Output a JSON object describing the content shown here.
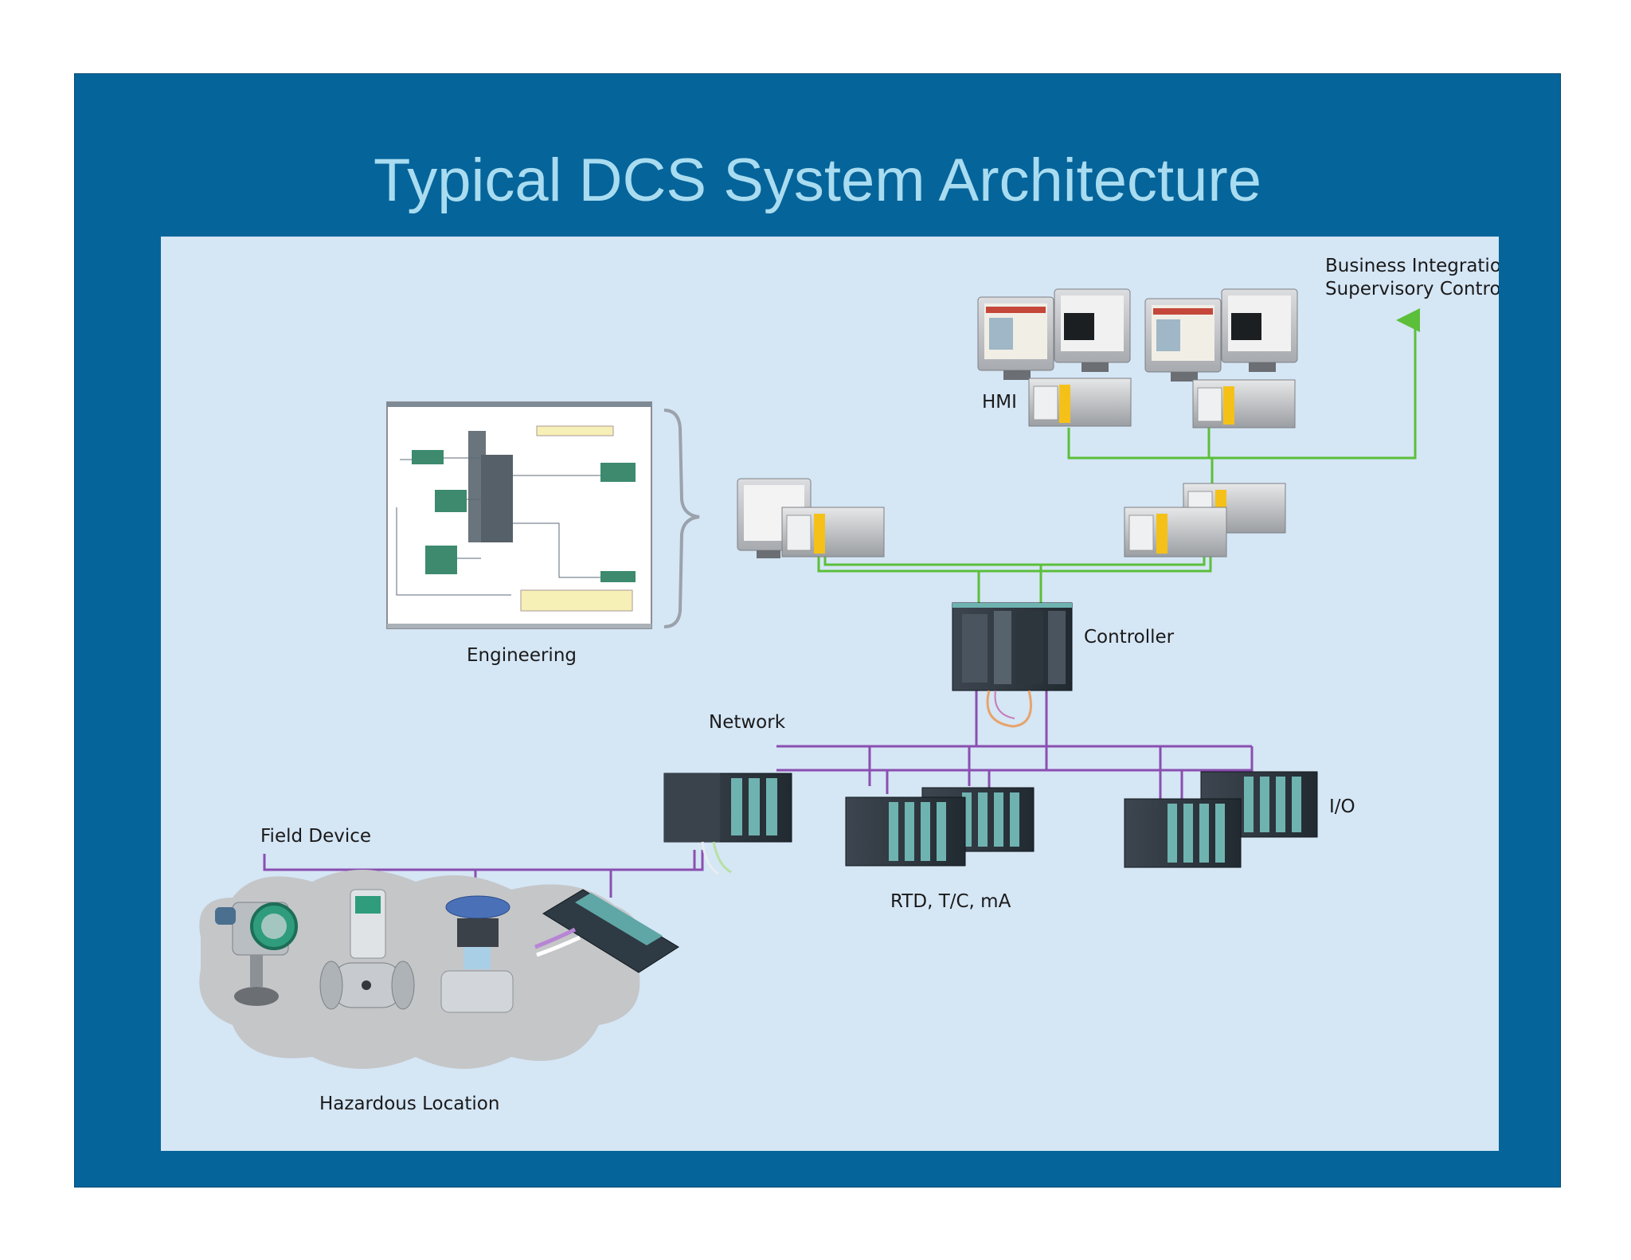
{
  "slide": {
    "title": "Typical DCS System Architecture"
  },
  "diagram": {
    "labels": {
      "business": [
        "Business Integration",
        "Supervisory Control"
      ],
      "hmi": "HMI",
      "engineering": "Engineering",
      "controller": "Controller",
      "network": "Network",
      "io": "I/O",
      "rtd": "RTD, T/C, mA",
      "field_device": "Field Device",
      "hazardous": "Hazardous Location"
    },
    "colors": {
      "slide_bg": "#05649a",
      "title": "#a9dcf0",
      "panel_bg": "#d5e6f5",
      "green_link": "#5cbf3a",
      "purple_link": "#8a4fb0",
      "io_module": "#2e3a44",
      "io_accent": "#6fb3b0",
      "cloud": "#c4c6c8"
    }
  }
}
